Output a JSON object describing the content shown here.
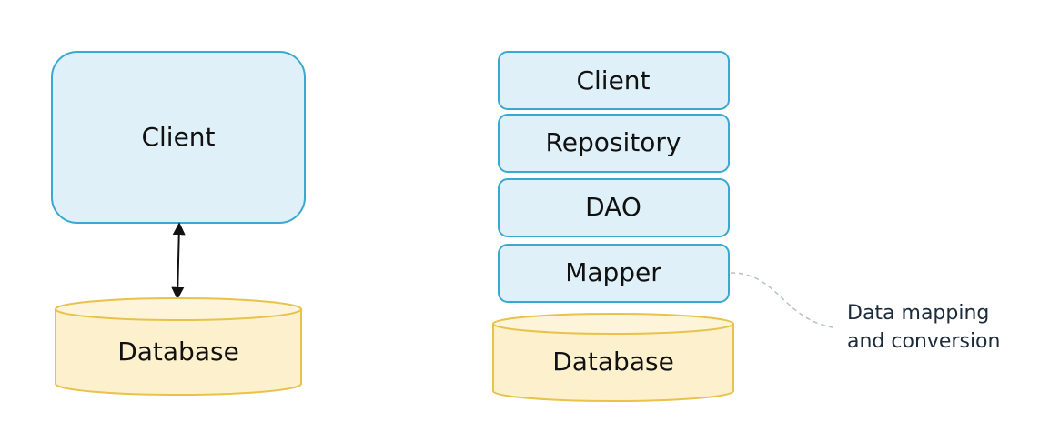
{
  "left_diagram": {
    "client": "Client",
    "database": "Database"
  },
  "right_diagram": {
    "layers": [
      "Client",
      "Repository",
      "DAO",
      "Mapper"
    ],
    "database": "Database",
    "annotation": [
      "Data mapping",
      "and conversion"
    ]
  },
  "colors": {
    "box_fill": "#dff0f8",
    "box_stroke": "#3aa8d0",
    "db_fill": "#fdf0cc",
    "db_stroke": "#e8c24a",
    "text": "#111111",
    "connector": "#b7c0c8"
  }
}
